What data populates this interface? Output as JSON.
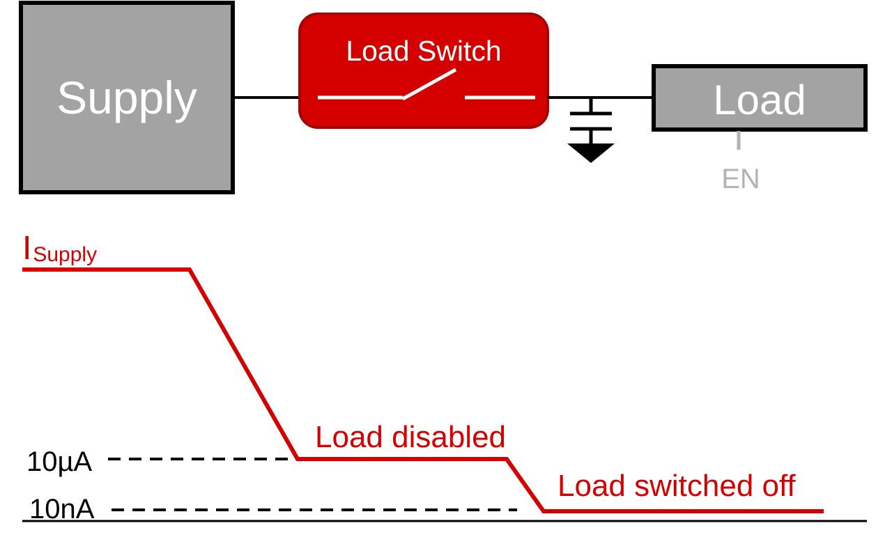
{
  "blocks": {
    "supply": "Supply",
    "load_switch": "Load Switch",
    "load": "Load",
    "enable_pin": "EN"
  },
  "graph": {
    "y_label_main": "I",
    "y_label_sub": "Supply",
    "levels": [
      {
        "label": "10µA",
        "state": "Load disabled"
      },
      {
        "label": "10nA",
        "state": "Load switched off"
      }
    ]
  },
  "colors": {
    "accent_red": "#d40000",
    "block_gray": "#a3a3a3",
    "enable_gray": "#b3b3b3",
    "line_black": "#000000",
    "text_white": "#ffffff"
  }
}
